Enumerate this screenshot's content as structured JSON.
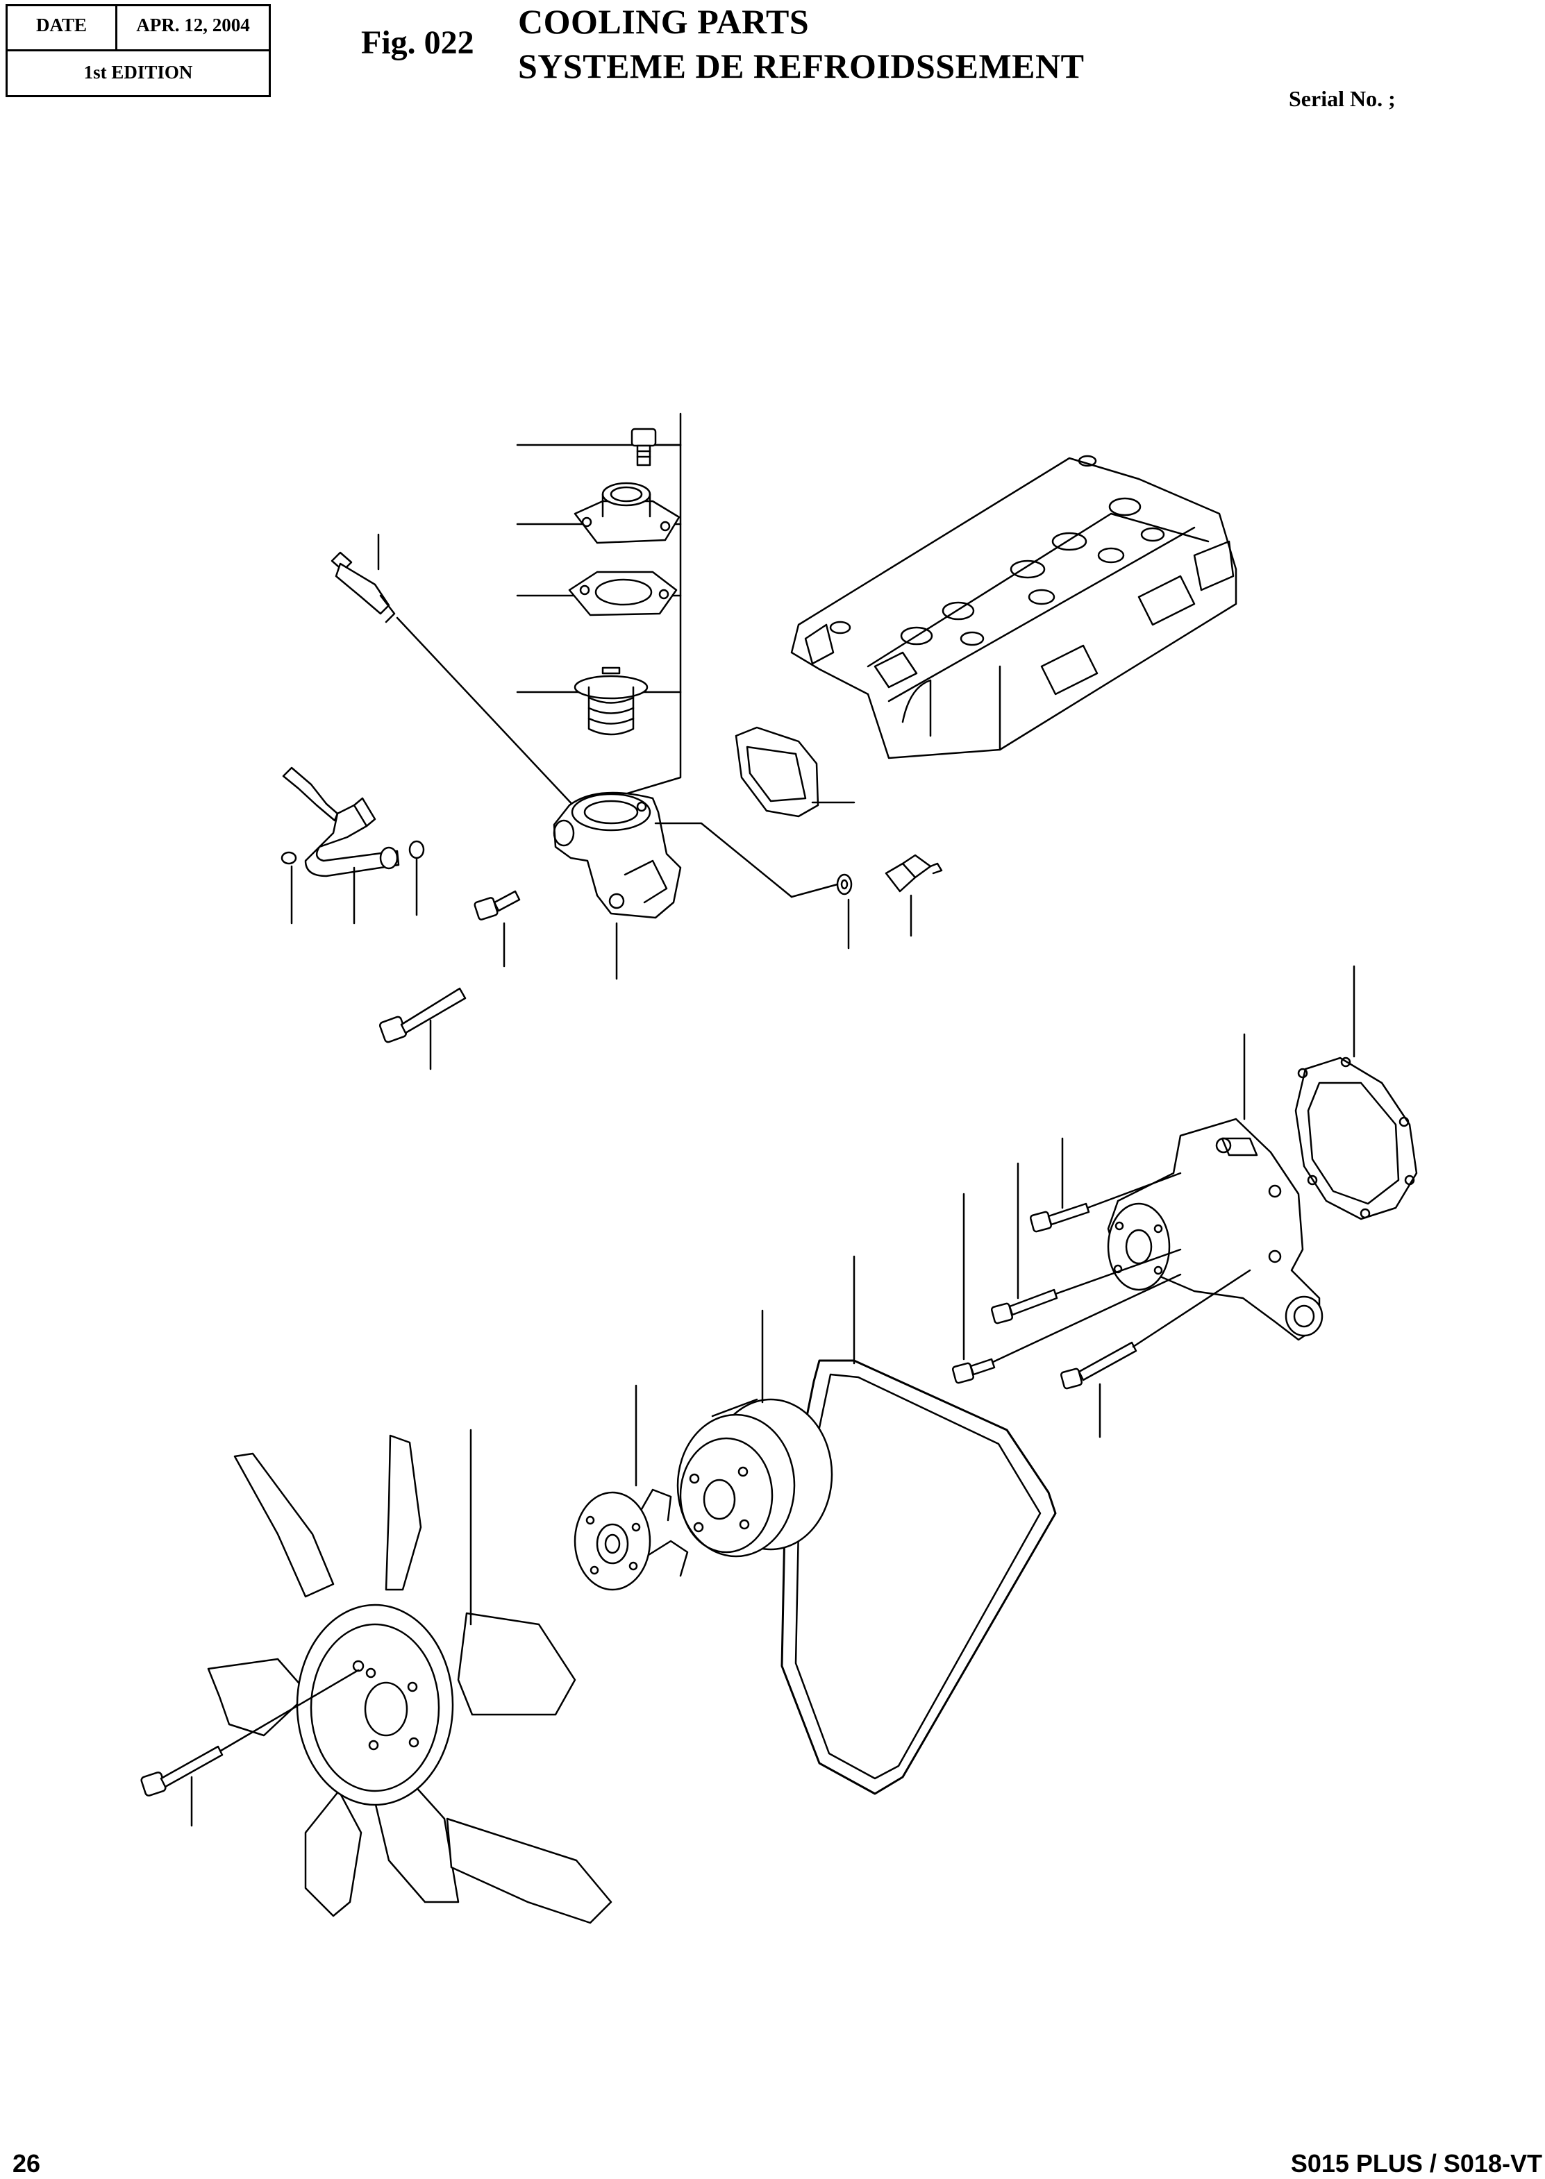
{
  "header": {
    "date_label": "DATE",
    "date_value": "APR. 12, 2004",
    "edition": "1st EDITION",
    "figure_number": "Fig. 022",
    "title_en": "COOLING PARTS",
    "title_fr": "SYSTEME DE REFROIDSSEMENT",
    "serial_label": "Serial No. ;"
  },
  "footer": {
    "page_number": "26",
    "model": "S015 PLUS / S018-VT"
  },
  "diagram": {
    "parts": [
      "thermostat-cover-bolt",
      "thermostat-cover",
      "thermostat-gasket",
      "thermostat",
      "temperature-switch",
      "water-pipe",
      "o-ring-left",
      "o-ring-right",
      "thermostat-housing",
      "housing-bolt-short",
      "housing-bolt-long",
      "housing-gasket",
      "washer",
      "temperature-sensor",
      "cylinder-head",
      "water-pump-gasket",
      "water-pump",
      "pump-bolt",
      "v-belt",
      "fan-pulley",
      "pulley-spacer",
      "cooling-fan",
      "fan-bolt"
    ]
  }
}
